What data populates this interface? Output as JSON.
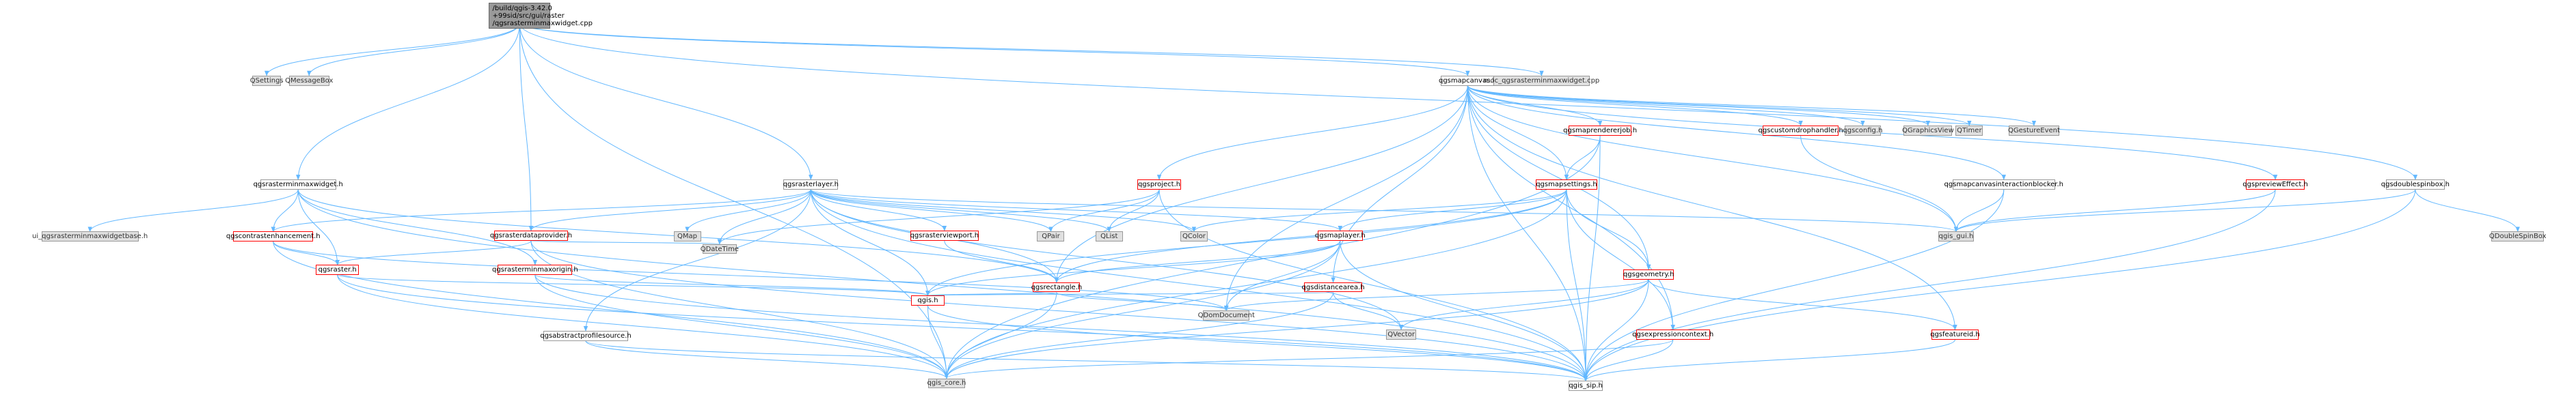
{
  "colors": {
    "edge": "#63b8ff",
    "focus_fill": "#999999",
    "gray_fill": "#e0e0e0",
    "red_border": "#ff0000",
    "white_fill": "#ffffff"
  },
  "nodes": [
    {
      "id": "root",
      "style": "focus",
      "lines": [
        "/build/qgis-3.42.0",
        "+99sid/src/gui/raster",
        "/qgsrasterminmaxwidget.cpp"
      ]
    },
    {
      "id": "QSettings",
      "style": "gray",
      "label": "QSettings"
    },
    {
      "id": "QMessageBox",
      "style": "gray",
      "label": "QMessageBox"
    },
    {
      "id": "qgsrasterminmaxwidget_h",
      "style": "white",
      "label": "qgsrasterminmaxwidget.h"
    },
    {
      "id": "qgsrasterdataprovider_h",
      "style": "red",
      "label": "qgsrasterdataprovider.h"
    },
    {
      "id": "qgsrasterlayer_h",
      "style": "white",
      "label": "qgsrasterlayer.h"
    },
    {
      "id": "qgsmapcanvas_h",
      "style": "white",
      "label": "qgsmapcanvas.h"
    },
    {
      "id": "moc",
      "style": "gray",
      "label": "moc_qgsrasterminmaxwidget.cpp"
    },
    {
      "id": "ui_base",
      "style": "gray",
      "label": "ui_qgsrasterminmaxwidgetbase.h"
    },
    {
      "id": "qgscontrastenhancement_h",
      "style": "red",
      "label": "qgscontrastenhancement.h"
    },
    {
      "id": "qgsraster_h",
      "style": "red",
      "label": "qgsraster.h"
    },
    {
      "id": "qgsrasterminmaxorigin_h",
      "style": "red",
      "label": "qgsrasterminmaxorigin.h"
    },
    {
      "id": "QMap",
      "style": "gray",
      "label": "QMap"
    },
    {
      "id": "QDateTime",
      "style": "gray",
      "label": "QDateTime"
    },
    {
      "id": "qgsrasterviewport_h",
      "style": "red",
      "label": "qgsrasterviewport.h"
    },
    {
      "id": "qgsabstractprofilesource_h",
      "style": "white",
      "label": "qgsabstractprofilesource.h"
    },
    {
      "id": "qgsproject_h",
      "style": "red",
      "label": "qgsproject.h"
    },
    {
      "id": "QPair",
      "style": "gray",
      "label": "QPair"
    },
    {
      "id": "QList",
      "style": "gray",
      "label": "QList"
    },
    {
      "id": "QColor",
      "style": "gray",
      "label": "QColor"
    },
    {
      "id": "qgsmaplayer_h",
      "style": "red",
      "label": "qgsmaplayer.h"
    },
    {
      "id": "qgsrectangle_h",
      "style": "red",
      "label": "qgsrectangle.h"
    },
    {
      "id": "qgis_h",
      "style": "red",
      "label": "qgis.h"
    },
    {
      "id": "qgis_core_h",
      "style": "gray",
      "label": "qgis_core.h"
    },
    {
      "id": "qgis_sip_h",
      "style": "white",
      "label": "qgis_sip.h"
    },
    {
      "id": "qgsmaprendererjob_h",
      "style": "red",
      "label": "qgsmaprendererjob.h"
    },
    {
      "id": "qgsmapsettings_h",
      "style": "red",
      "label": "qgsmapsettings.h"
    },
    {
      "id": "qgsdistancearea_h",
      "style": "red",
      "label": "qgsdistancearea.h"
    },
    {
      "id": "QDomDocument",
      "style": "gray",
      "label": "QDomDocument"
    },
    {
      "id": "QVector",
      "style": "gray",
      "label": "QVector"
    },
    {
      "id": "qgsexpressioncontext_h",
      "style": "red",
      "label": "qgsexpressioncontext.h"
    },
    {
      "id": "qgsgeometry_h",
      "style": "red",
      "label": "qgsgeometry.h"
    },
    {
      "id": "qgscustomdrophandler_h",
      "style": "red",
      "label": "qgscustomdrophandler.h"
    },
    {
      "id": "qgsconfig_h",
      "style": "gray",
      "label": "qgsconfig.h"
    },
    {
      "id": "QGraphicsView",
      "style": "gray",
      "label": "QGraphicsView"
    },
    {
      "id": "QTimer",
      "style": "gray",
      "label": "QTimer"
    },
    {
      "id": "QGestureEvent",
      "style": "gray",
      "label": "QGestureEvent"
    },
    {
      "id": "qgsmapcanvasinteractionblocker_h",
      "style": "white",
      "label": "qgsmapcanvasinteractionblocker.h"
    },
    {
      "id": "qgis_gui_h",
      "style": "gray",
      "label": "qgis_gui.h"
    },
    {
      "id": "qgspreviewEffect_h",
      "style": "red",
      "label": "qgspreviewEffect.h"
    },
    {
      "id": "qgsfeatureid_h",
      "style": "red",
      "label": "qgsfeatureid.h"
    },
    {
      "id": "qgsdoublespinbox_h",
      "style": "white",
      "label": "qgsdoublespinbox.h"
    },
    {
      "id": "QDoubleSpinBox",
      "style": "gray",
      "label": "QDoubleSpinBox"
    }
  ],
  "edges": [
    [
      "root",
      "QSettings"
    ],
    [
      "root",
      "QMessageBox"
    ],
    [
      "root",
      "qgsrasterminmaxwidget_h"
    ],
    [
      "root",
      "qgsrasterdataprovider_h"
    ],
    [
      "root",
      "qgsrasterlayer_h"
    ],
    [
      "root",
      "qgsmapcanvas_h"
    ],
    [
      "root",
      "qgis_core_h"
    ],
    [
      "root",
      "qgsdoublespinbox_h"
    ],
    [
      "root",
      "moc"
    ],
    [
      "qgsrasterminmaxwidget_h",
      "ui_base"
    ],
    [
      "qgsrasterminmaxwidget_h",
      "qgscontrastenhancement_h"
    ],
    [
      "qgsrasterminmaxwidget_h",
      "qgsraster_h"
    ],
    [
      "qgsrasterminmaxwidget_h",
      "qgsrasterminmaxorigin_h"
    ],
    [
      "qgsrasterminmaxwidget_h",
      "qgsrectangle_h"
    ],
    [
      "qgsrasterminmaxwidget_h",
      "qgis_sip_h"
    ],
    [
      "qgsrasterdataprovider_h",
      "qgsraster_h"
    ],
    [
      "qgsrasterdataprovider_h",
      "QDateTime"
    ],
    [
      "qgsrasterdataprovider_h",
      "qgis_core_h"
    ],
    [
      "qgsrasterdataprovider_h",
      "qgis_sip_h"
    ],
    [
      "qgsrasterlayer_h",
      "qgscontrastenhancement_h"
    ],
    [
      "qgsrasterlayer_h",
      "qgsrasterdataprovider_h"
    ],
    [
      "qgsrasterlayer_h",
      "QMap"
    ],
    [
      "qgsrasterlayer_h",
      "QDateTime"
    ],
    [
      "qgsrasterlayer_h",
      "qgsrasterviewport_h"
    ],
    [
      "qgsrasterlayer_h",
      "qgsabstractprofilesource_h"
    ],
    [
      "qgsrasterlayer_h",
      "QPair"
    ],
    [
      "qgsrasterlayer_h",
      "QList"
    ],
    [
      "qgsrasterlayer_h",
      "QColor"
    ],
    [
      "qgsrasterlayer_h",
      "qgsmaplayer_h"
    ],
    [
      "qgsrasterlayer_h",
      "qgsrectangle_h"
    ],
    [
      "qgsrasterlayer_h",
      "qgis_h"
    ],
    [
      "qgsrasterlayer_h",
      "qgis_gui_h"
    ],
    [
      "qgsrasterlayer_h",
      "qgis_sip_h"
    ],
    [
      "qgsrasterlayer_h",
      "QVector"
    ],
    [
      "qgscontrastenhancement_h",
      "qgsraster_h"
    ],
    [
      "qgscontrastenhancement_h",
      "qgis_core_h"
    ],
    [
      "qgscontrastenhancement_h",
      "QDomDocument"
    ],
    [
      "qgsraster_h",
      "qgis_core_h"
    ],
    [
      "qgsraster_h",
      "qgis_h"
    ],
    [
      "qgsraster_h",
      "qgis_sip_h"
    ],
    [
      "qgsrasterminmaxorigin_h",
      "qgis_h"
    ],
    [
      "qgsrasterminmaxorigin_h",
      "qgis_core_h"
    ],
    [
      "qgsrasterminmaxorigin_h",
      "qgis_sip_h"
    ],
    [
      "qgsrasterviewport_h",
      "qgsrectangle_h"
    ],
    [
      "qgsabstractprofilesource_h",
      "qgis_core_h"
    ],
    [
      "qgsabstractprofilesource_h",
      "qgis_sip_h"
    ],
    [
      "qgsproject_h",
      "QList"
    ],
    [
      "qgsproject_h",
      "QPair"
    ],
    [
      "qgsproject_h",
      "qgis_sip_h"
    ],
    [
      "qgsproject_h",
      "QDateTime"
    ],
    [
      "qgsmaplayer_h",
      "qgis_h"
    ],
    [
      "qgsmaplayer_h",
      "qgsrectangle_h"
    ],
    [
      "qgsmaplayer_h",
      "qgis_core_h"
    ],
    [
      "qgsmaplayer_h",
      "qgis_sip_h"
    ],
    [
      "qgsmaplayer_h",
      "QDomDocument"
    ],
    [
      "qgsrectangle_h",
      "qgis_core_h"
    ],
    [
      "qgsrectangle_h",
      "qgis_h"
    ],
    [
      "qgsrectangle_h",
      "QDomDocument"
    ],
    [
      "qgis_h",
      "qgis_core_h"
    ],
    [
      "qgis_h",
      "qgis_sip_h"
    ],
    [
      "qgsmapcanvas_h",
      "qgsproject_h"
    ],
    [
      "qgsmapcanvas_h",
      "qgsmaprendererjob_h"
    ],
    [
      "qgsmapcanvas_h",
      "qgsmapsettings_h"
    ],
    [
      "qgsmapcanvas_h",
      "qgscustomdrophandler_h"
    ],
    [
      "qgsmapcanvas_h",
      "qgsconfig_h"
    ],
    [
      "qgsmapcanvas_h",
      "QGraphicsView"
    ],
    [
      "qgsmapcanvas_h",
      "QTimer"
    ],
    [
      "qgsmapcanvas_h",
      "QGestureEvent"
    ],
    [
      "qgsmapcanvas_h",
      "qgsmapcanvasinteractionblocker_h"
    ],
    [
      "qgsmapcanvas_h",
      "qgis_gui_h"
    ],
    [
      "qgsmapcanvas_h",
      "qgspreviewEffect_h"
    ],
    [
      "qgsmapcanvas_h",
      "qgsdistancearea_h"
    ],
    [
      "qgsmapcanvas_h",
      "qgsexpressioncontext_h"
    ],
    [
      "qgsmapcanvas_h",
      "qgsgeometry_h"
    ],
    [
      "qgsmapcanvas_h",
      "qgsfeatureid_h"
    ],
    [
      "qgsmapcanvas_h",
      "qgsrectangle_h"
    ],
    [
      "qgsmapcanvas_h",
      "qgis_sip_h"
    ],
    [
      "qgsmapcanvas_h",
      "QDomDocument"
    ],
    [
      "qgsmaprendererjob_h",
      "qgsmapsettings_h"
    ],
    [
      "qgsmaprendererjob_h",
      "qgis_core_h"
    ],
    [
      "qgsmaprendererjob_h",
      "qgis_sip_h"
    ],
    [
      "qgsmapsettings_h",
      "QColor"
    ],
    [
      "qgsmapsettings_h",
      "qgsmaplayer_h"
    ],
    [
      "qgsmapsettings_h",
      "qgsrectangle_h"
    ],
    [
      "qgsmapsettings_h",
      "qgsexpressioncontext_h"
    ],
    [
      "qgsmapsettings_h",
      "qgsgeometry_h"
    ],
    [
      "qgsmapsettings_h",
      "qgis_core_h"
    ],
    [
      "qgsmapsettings_h",
      "qgis_sip_h"
    ],
    [
      "qgsmapsettings_h",
      "qgis_h"
    ],
    [
      "qgsdistancearea_h",
      "qgis_core_h"
    ],
    [
      "qgsdistancearea_h",
      "QVector"
    ],
    [
      "qgsdistancearea_h",
      "qgis_h"
    ],
    [
      "qgsexpressioncontext_h",
      "qgis_core_h"
    ],
    [
      "qgsexpressioncontext_h",
      "qgis_sip_h"
    ],
    [
      "qgsgeometry_h",
      "QDomDocument"
    ],
    [
      "qgsgeometry_h",
      "QVector"
    ],
    [
      "qgsgeometry_h",
      "qgsfeatureid_h"
    ],
    [
      "qgsgeometry_h",
      "qgis_core_h"
    ],
    [
      "qgsgeometry_h",
      "qgis_sip_h"
    ],
    [
      "qgscustomdrophandler_h",
      "qgis_gui_h"
    ],
    [
      "qgsmapcanvasinteractionblocker_h",
      "qgis_gui_h"
    ],
    [
      "qgsmapcanvasinteractionblocker_h",
      "qgis_sip_h"
    ],
    [
      "qgspreviewEffect_h",
      "qgis_gui_h"
    ],
    [
      "qgspreviewEffect_h",
      "qgis_sip_h"
    ],
    [
      "qgsfeatureid_h",
      "qgis_sip_h"
    ],
    [
      "qgsdoublespinbox_h",
      "qgis_gui_h"
    ],
    [
      "qgsdoublespinbox_h",
      "QDoubleSpinBox"
    ],
    [
      "qgsdoublespinbox_h",
      "qgis_sip_h"
    ]
  ]
}
